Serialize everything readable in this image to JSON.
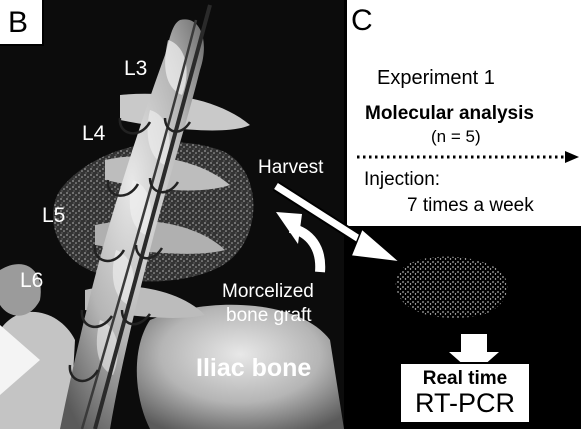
{
  "panel_b": {
    "tag": "B",
    "vertebra_labels": [
      "L3",
      "L4",
      "L5",
      "L6"
    ],
    "harvest_label": "Harvest",
    "graft_line1": "Morcelized",
    "graft_line2": "bone graft",
    "bone_label": "Iliac bone"
  },
  "panel_c": {
    "tag": "C",
    "experiment": "Experiment 1",
    "analysis": "Molecular analysis",
    "n": "(n = 5)",
    "injection": "Injection:",
    "frequency": "7 times a week",
    "rt_small": "Real time",
    "rt_big": "RT-PCR"
  }
}
